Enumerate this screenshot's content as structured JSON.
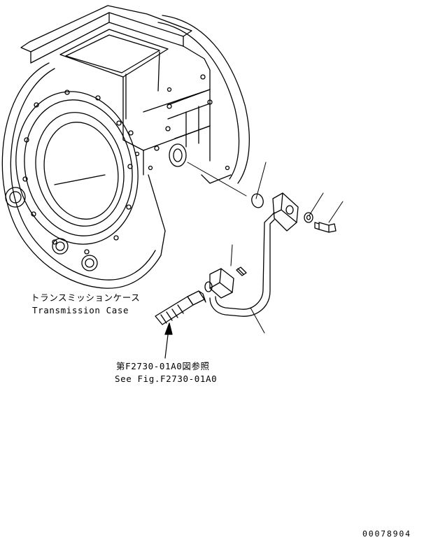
{
  "labels": {
    "transmission_case_jp": "トランスミッションケース",
    "transmission_case_en": "Transmission Case",
    "see_fig_jp": "第F2730-01A0図参照",
    "see_fig_en": "See Fig.F2730-01A0",
    "drawing_code": "00078904"
  }
}
